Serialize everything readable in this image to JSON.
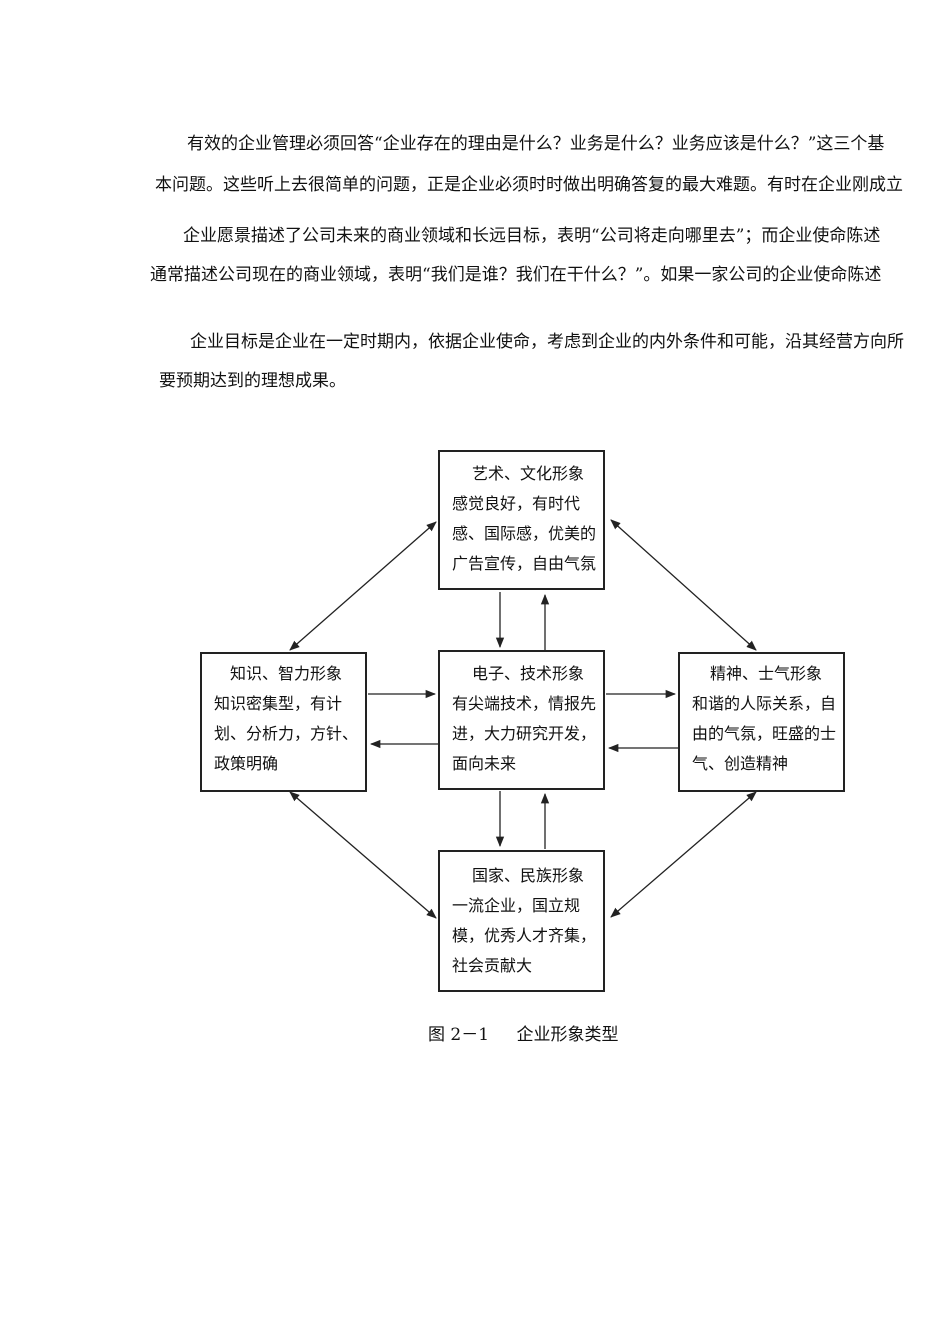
{
  "paragraphs": [
    {
      "lines": [
        "有效的企业管理必须回答“企业存在的理由是什么？业务是什么？业务应该是什么？”这三个基",
        "本问题。这些听上去很简单的问题，正是企业必须时时做出明确答复的最大难题。有时在企业刚成立"
      ]
    },
    {
      "lines": [
        "企业愿景描述了公司未来的商业领域和长远目标，表明“公司将走向哪里去”；而企业使命陈述",
        "通常描述公司现在的商业领域，表明“我们是谁？我们在干什么？”。如果一家公司的企业使命陈述"
      ]
    },
    {
      "lines": [
        "企业目标是企业在一定时期内，依据企业使命，考虑到企业的内外条件和可能，沿其经营方向所",
        "要预期达到的理想成果。"
      ]
    }
  ],
  "diagram": {
    "top": {
      "lines": [
        "艺术、文化形象",
        "感觉良好，有时代",
        "感、国际感，优美的",
        "广告宣传，自由气氛"
      ]
    },
    "left": {
      "lines": [
        "知识、智力形象",
        "知识密集型，有计",
        "划、分析力，方针、",
        "政策明确"
      ]
    },
    "center": {
      "lines": [
        "电子、技术形象",
        "有尖端技术，情报先",
        "进，大力研究开发，",
        "面向未来"
      ]
    },
    "right": {
      "lines": [
        "精神、士气形象",
        "和谐的人际关系，自",
        "由的气氛，旺盛的士",
        "气、创造精神"
      ]
    },
    "bottom": {
      "lines": [
        "国家、民族形象",
        "一流企业，国立规",
        "模，优秀人才齐集，",
        "社会贡献大"
      ]
    }
  },
  "caption": {
    "figure_number": "图 2－1",
    "title": "企业形象类型"
  }
}
